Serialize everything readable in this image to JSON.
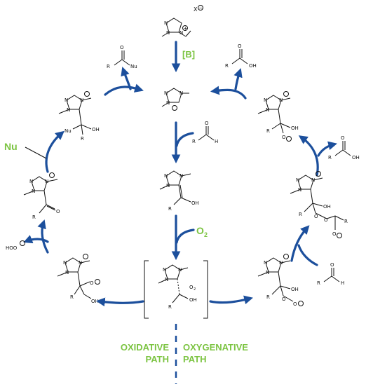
{
  "labels": {
    "counterion": "X",
    "base": "[B]",
    "nucleophile": "Nu",
    "oxygen": "O",
    "oxygen_sub": "2",
    "path_left_1": "OXIDATIVE",
    "path_left_2": "PATH",
    "path_right_1": "OXYGENATIVE",
    "path_right_2": "PATH"
  },
  "atoms": {
    "N": "N",
    "O": "O",
    "OH": "OH",
    "H": "H",
    "R": "R",
    "Nu": "Nu",
    "HOO": "HOO",
    "O2": "O",
    "O2_sub": "2"
  },
  "charges": {
    "plus": "+",
    "minus": "−",
    "dot": "•"
  },
  "colors": {
    "arrow": "#1c4f9c",
    "green_label": "#7cc442",
    "bond": "#111111"
  }
}
